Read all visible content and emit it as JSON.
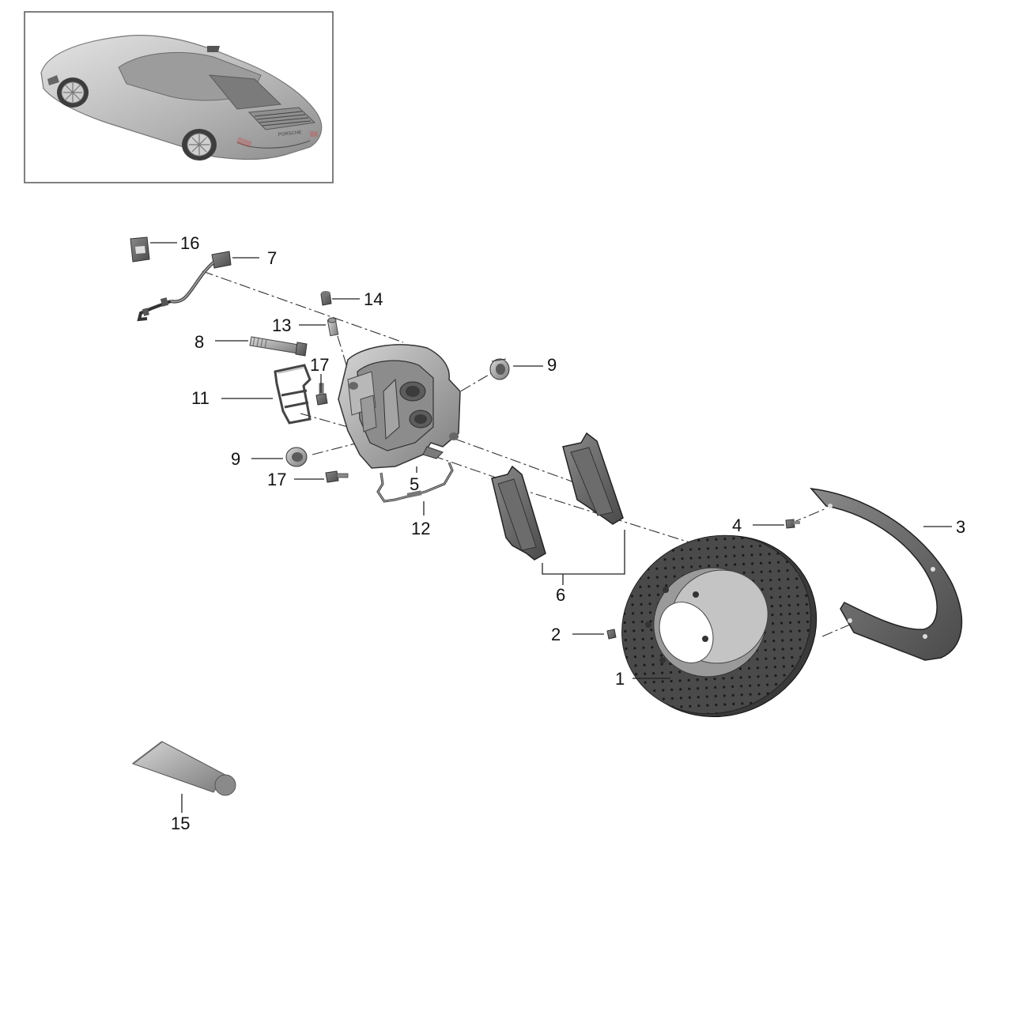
{
  "callouts": {
    "c1": "1",
    "c2": "2",
    "c3": "3",
    "c4": "4",
    "c5": "5",
    "c6": "6",
    "c7": "7",
    "c8": "8",
    "c9a": "9",
    "c9b": "9",
    "c11": "11",
    "c12": "12",
    "c13": "13",
    "c14": "14",
    "c15": "15",
    "c16": "16",
    "c17a": "17",
    "c17b": "17"
  },
  "inset": {
    "vehicle_badge": "PORSCHE"
  }
}
